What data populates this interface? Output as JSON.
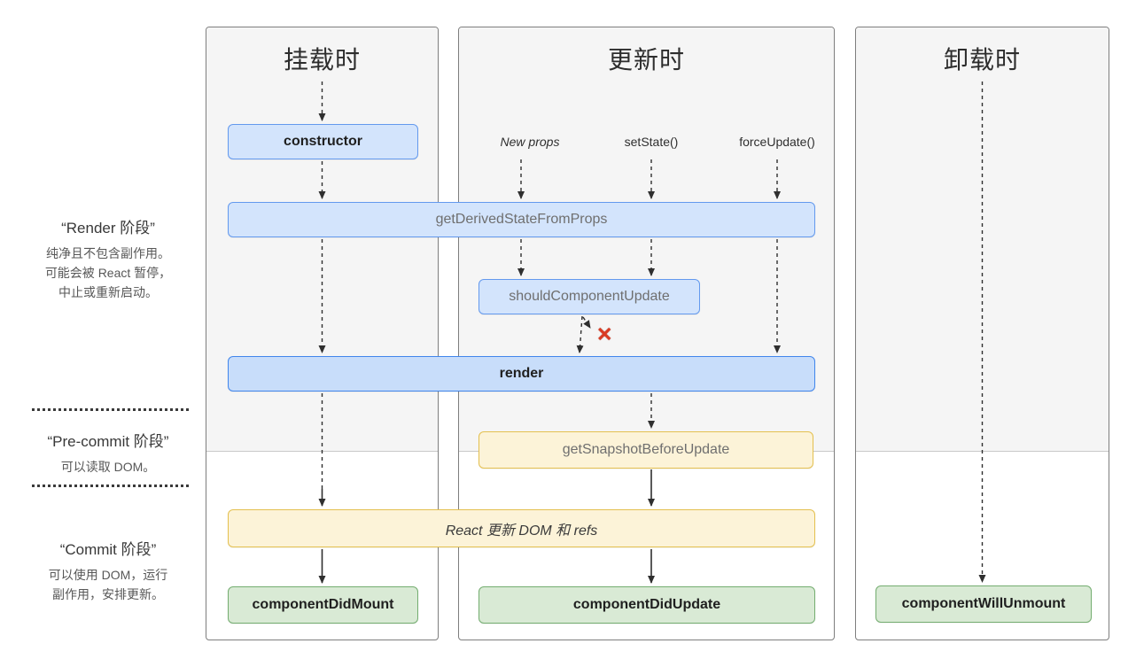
{
  "diagram": {
    "columns": [
      {
        "title": "挂载时"
      },
      {
        "title": "更新时"
      },
      {
        "title": "卸载时"
      }
    ],
    "phases": [
      {
        "title": "“Render 阶段”",
        "lines": [
          "纯净且不包含副作用。",
          "可能会被 React 暂停，",
          "中止或重新启动。"
        ]
      },
      {
        "title": "“Pre-commit 阶段”",
        "lines": [
          "可以读取 DOM。"
        ]
      },
      {
        "title": "“Commit 阶段”",
        "lines": [
          "可以使用 DOM，运行",
          "副作用，安排更新。"
        ]
      }
    ],
    "triggers": {
      "new_props": "New props",
      "set_state": "setState()",
      "force_update": "forceUpdate()"
    },
    "boxes": {
      "constructor": "constructor",
      "get_derived_state_from_props": "getDerivedStateFromProps",
      "should_component_update": "shouldComponentUpdate",
      "render": "render",
      "get_snapshot_before_update": "getSnapshotBeforeUpdate",
      "react_updates_dom": "React 更新 DOM 和 refs",
      "component_did_mount": "componentDidMount",
      "component_did_update": "componentDidUpdate",
      "component_will_unmount": "componentWillUnmount"
    },
    "icons": {
      "abort_x": "✕"
    },
    "colors": {
      "panel_bg_top": "#f5f5f5",
      "panel_bg_bottom": "#ffffff",
      "panel_border": "#7e7e7e",
      "phase_divider": "#c9c9c9",
      "blue_fill": "#d3e4fc",
      "blue_border": "#6399ee",
      "render_fill": "#c8ddfa",
      "render_border": "#4186ec",
      "yellow_fill": "#fcf3d8",
      "yellow_border": "#e4c04f",
      "green_fill": "#d9ead5",
      "green_border": "#74ad70",
      "text_dark": "#1f1f1f",
      "text_gray": "#6f6f6f",
      "arrow": "#2f2f2f",
      "x_red": "#da3b22"
    }
  }
}
